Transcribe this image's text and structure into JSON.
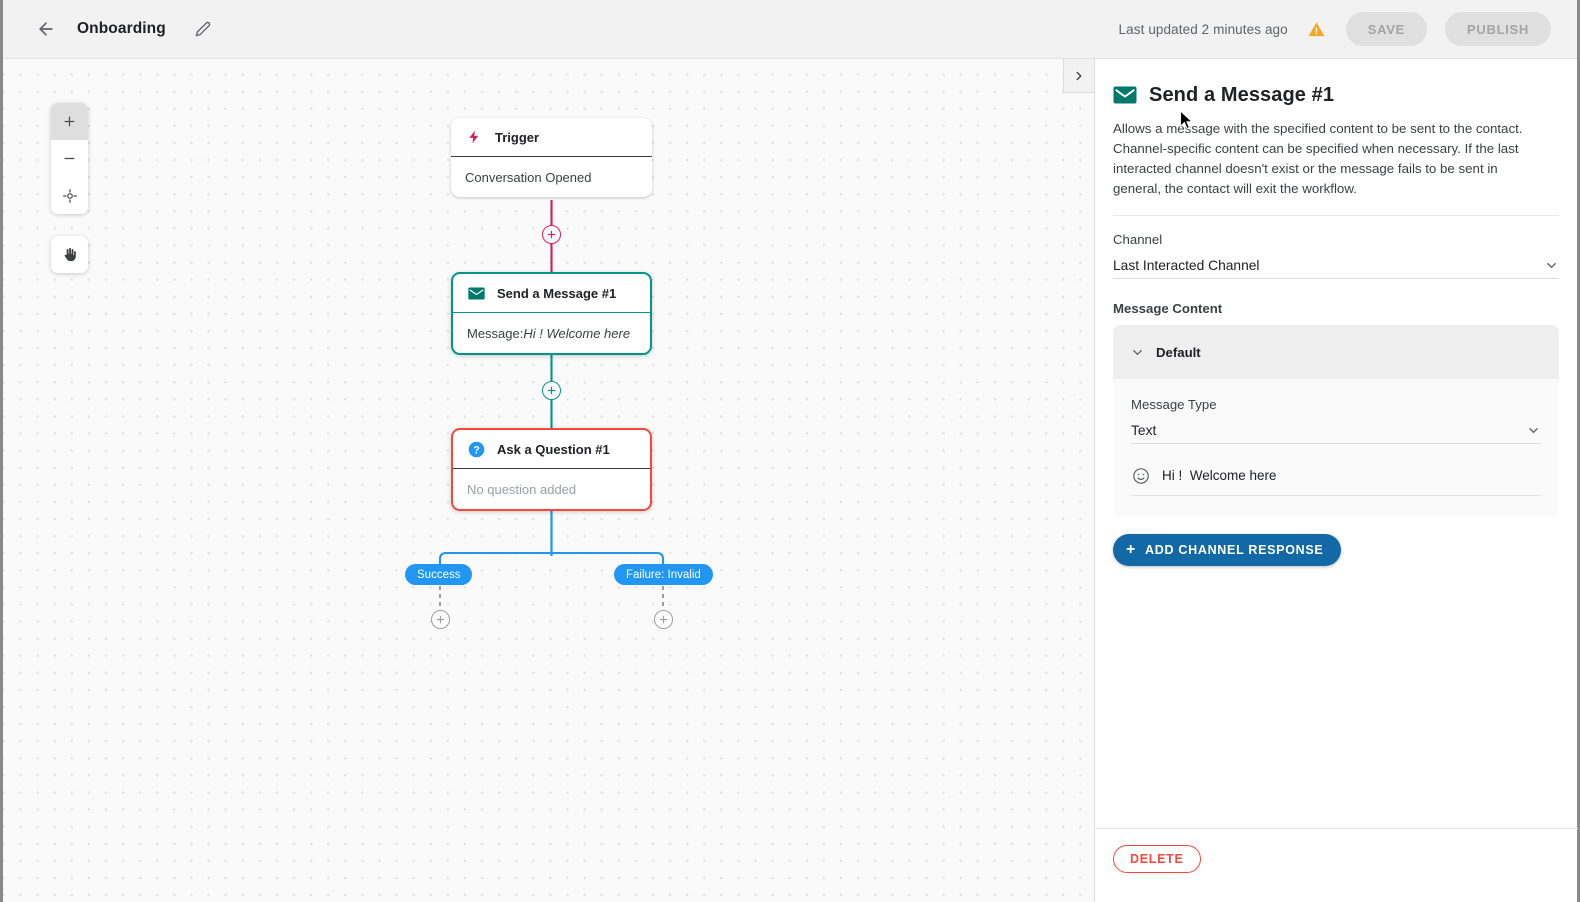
{
  "header": {
    "back_icon": "arrow-left-icon",
    "workflow_title": "Onboarding",
    "edit_icon": "pencil-icon",
    "last_updated": "Last updated 2 minutes ago",
    "warning_icon": "warning-triangle-icon",
    "save_label": "SAVE",
    "publish_label": "PUBLISH",
    "save_disabled": true,
    "publish_disabled": true
  },
  "canvas": {
    "controls": {
      "zoom_in": "+",
      "zoom_out": "−",
      "fit_view_icon": "crosshair-target-icon",
      "pan_icon": "hand-icon"
    },
    "collapse_panel_icon": "chevron-right-icon",
    "nodes": [
      {
        "id": "trigger",
        "icon": "lightning-bolt-icon",
        "icon_color": "#d81b60",
        "title": "Trigger",
        "body": "Conversation Opened",
        "body_muted": false,
        "state": "normal"
      },
      {
        "id": "send-a-message-1",
        "icon": "envelope-icon",
        "icon_color": "#00796b",
        "title": "Send a Message #1",
        "body_prefix": "Message: ",
        "body_value": "Hi ! Welcome here",
        "body_muted": false,
        "state": "selected"
      },
      {
        "id": "ask-a-question-1",
        "icon": "question-circle-icon",
        "icon_color": "#2196f3",
        "title": "Ask a Question #1",
        "body": "No question added",
        "body_muted": true,
        "state": "error"
      }
    ],
    "branches": [
      {
        "label": "Success"
      },
      {
        "label": "Failure: Invalid"
      }
    ],
    "colors": {
      "trigger_edge": "#d81b60",
      "message_edge": "#009688",
      "question_edge": "#2196f3",
      "branch_badge": "#2196f3",
      "add_node_grey": "#9e9e9e"
    }
  },
  "panel": {
    "icon": "envelope-icon",
    "title": "Send a Message #1",
    "description": "Allows a message with the specified content to be sent to the contact. Channel-specific content can be specified when necessary. If the last interacted channel doesn't exist or the message fails to be sent in general, the contact will exit the workflow.",
    "channel": {
      "label": "Channel",
      "value": "Last Interacted Channel",
      "chevron_icon": "chevron-down-icon"
    },
    "message_content": {
      "label": "Message Content",
      "card": {
        "header_label": "Default",
        "header_chevron_icon": "chevron-down-icon",
        "message_type_label": "Message Type",
        "message_type_value": "Text",
        "message_type_chevron_icon": "chevron-down-icon",
        "emoji_icon": "emoji-smiley-icon",
        "message_text": "Hi !  Welcome here"
      }
    },
    "add_channel_response_label": "ADD CHANNEL RESPONSE",
    "add_channel_response_icon": "plus-icon",
    "delete_label": "DELETE",
    "accent_blue": "#1269a5",
    "delete_red": "#f4493c"
  }
}
